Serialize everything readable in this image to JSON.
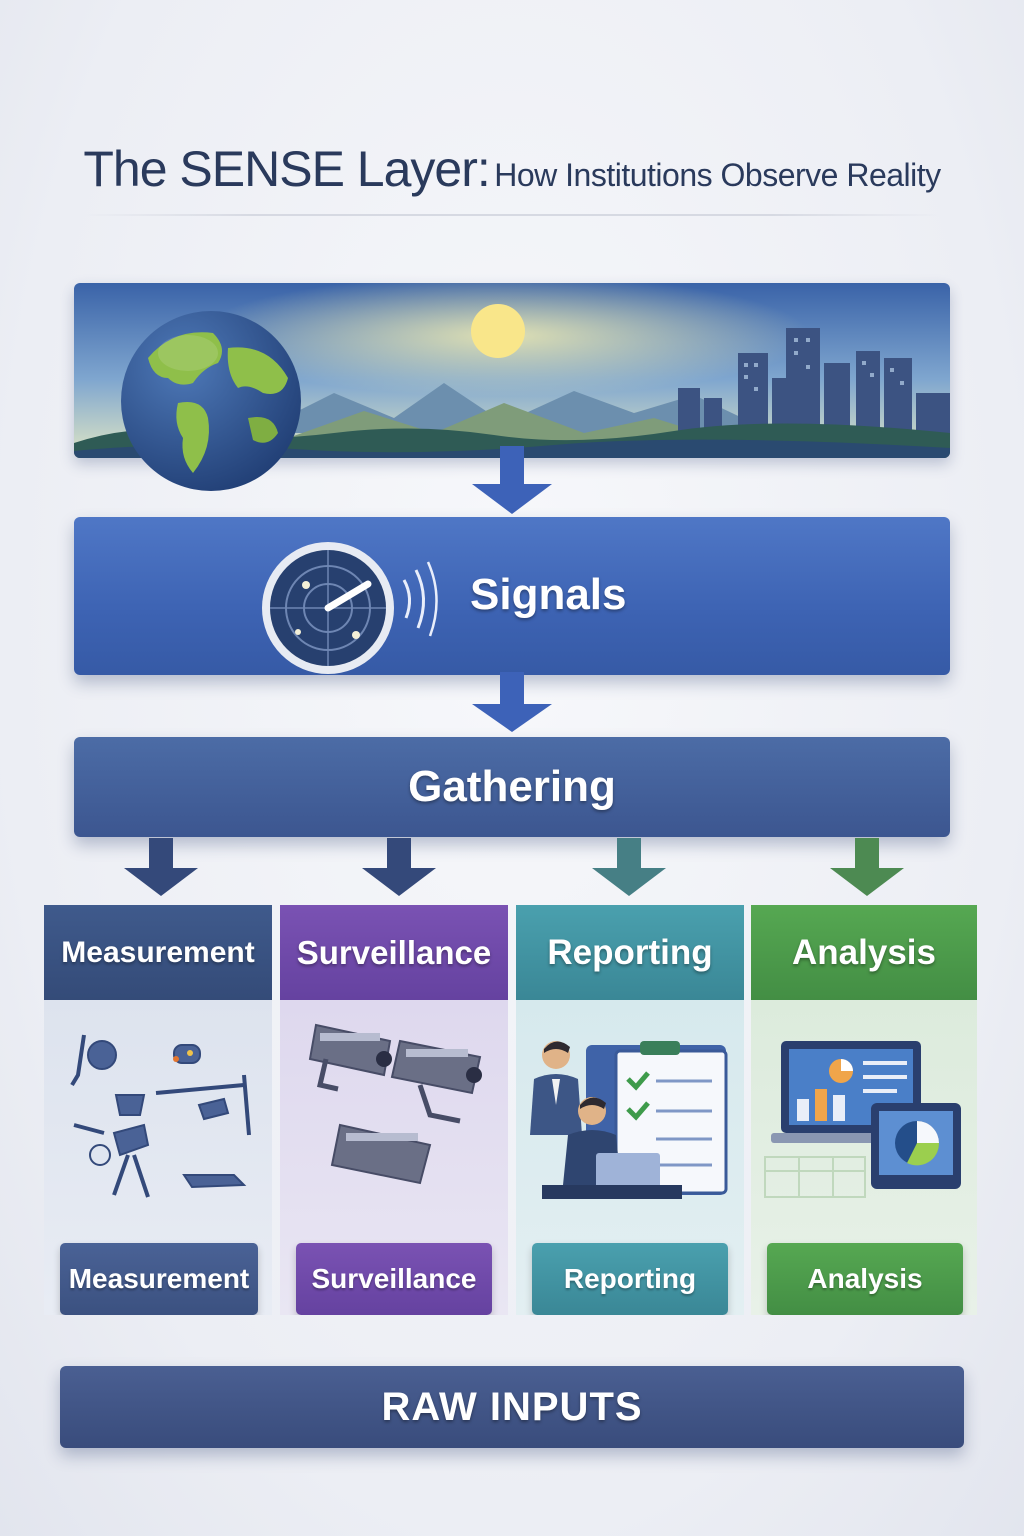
{
  "title": {
    "main": "The SENSE Layer:",
    "sub": "How Institutions Observe Reality"
  },
  "stages": {
    "signals": "Signals",
    "gathering": "Gathering"
  },
  "columns": [
    {
      "key": "measurement",
      "header": "Measurement",
      "footer": "Measurement",
      "color": "#3d5787"
    },
    {
      "key": "surveillance",
      "header": "Surveillance",
      "footer": "Surveillance",
      "color": "#6a49a6"
    },
    {
      "key": "reporting",
      "header": "Reporting",
      "footer": "Reporting",
      "color": "#3d8fa0"
    },
    {
      "key": "analysis",
      "header": "Analysis",
      "footer": "Analysis",
      "color": "#4a9a4c"
    }
  ],
  "base": "RAW INPUTS",
  "icons": [
    "globe-icon",
    "radar-icon",
    "tools-icon",
    "camera-icon",
    "people-checklist-icon",
    "laptop-chart-icon"
  ]
}
